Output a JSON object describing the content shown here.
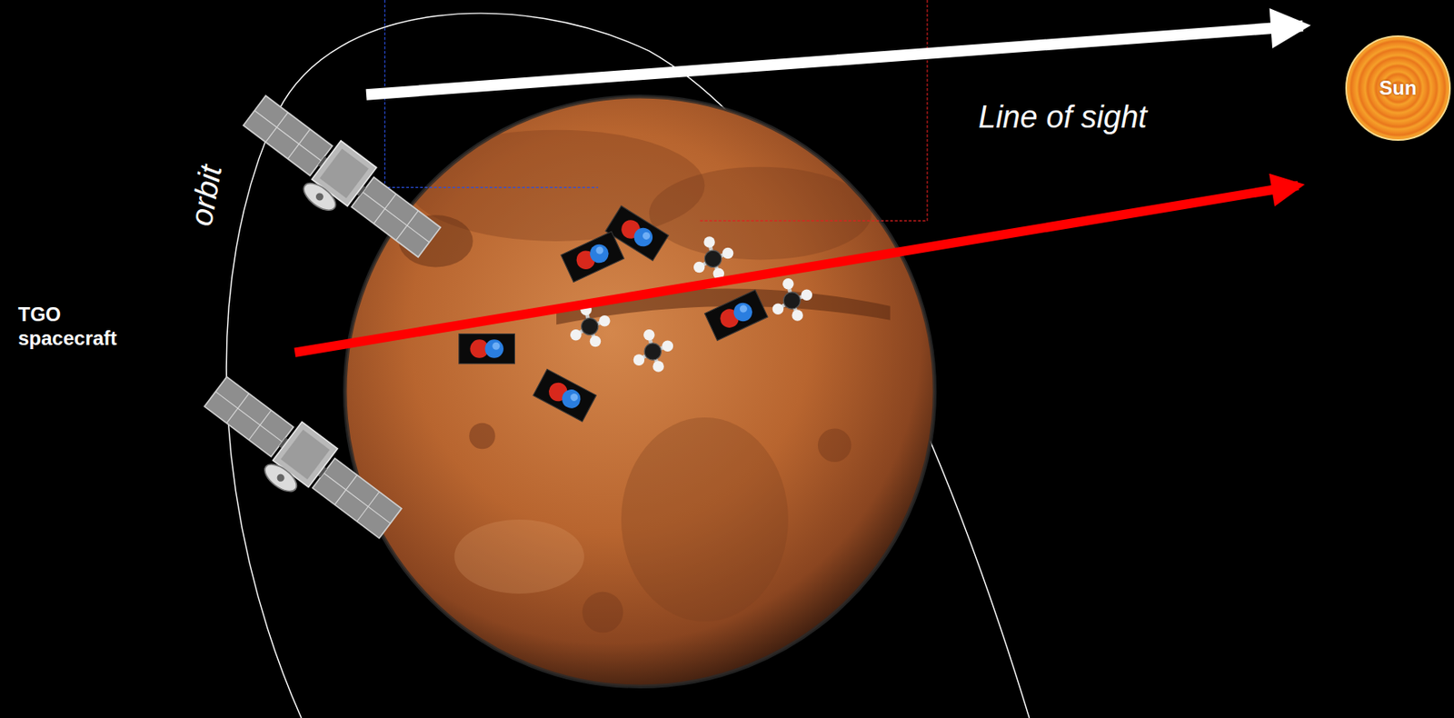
{
  "diagram": {
    "nodes": [
      {
        "text": [
          "Sun"
        ]
      }
    ],
    "labels": [
      "Line of sight",
      "orbit",
      "TGO spacecraft"
    ]
  }
}
